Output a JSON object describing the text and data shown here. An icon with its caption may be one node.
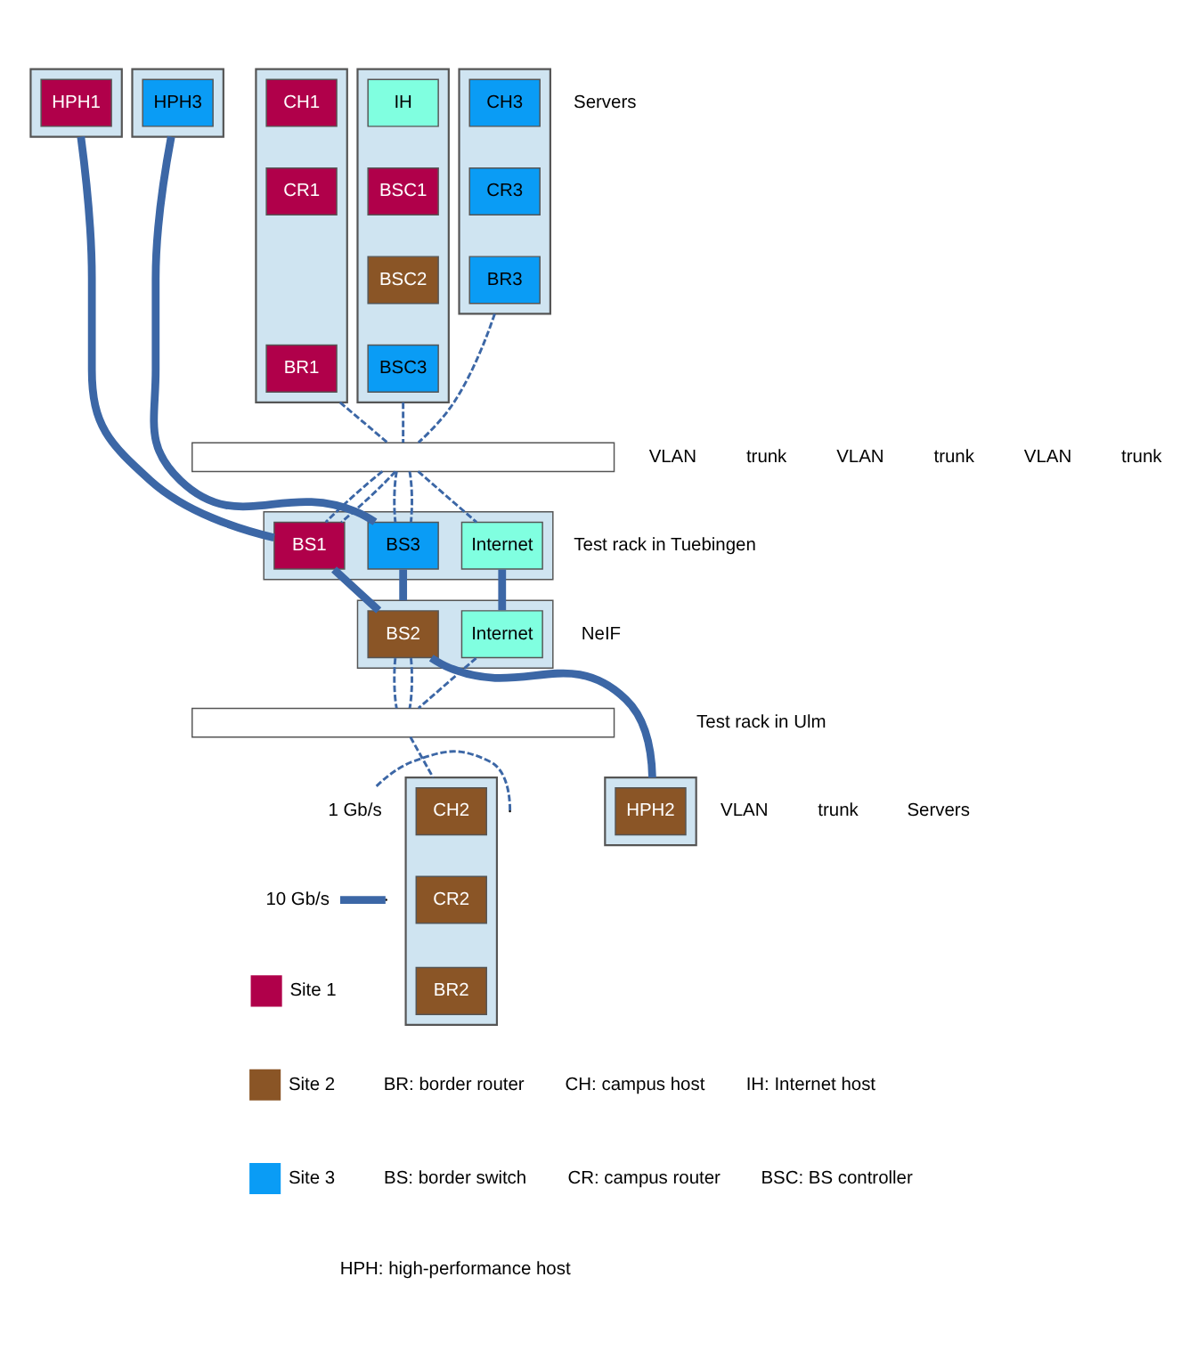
{
  "diagram": {
    "nodes": [
      {
        "text": [],
        "shape": "box"
      },
      {
        "text": [
          "HPH1"
        ],
        "in": 0
      },
      {
        "text": [],
        "shape": "box"
      },
      {
        "text": [
          "CH1"
        ],
        "in": 2
      },
      {
        "text": [
          "CR1"
        ],
        "in": 2
      },
      {
        "text": [
          "BR1"
        ],
        "in": 2
      },
      {
        "text": [],
        "shape": "box"
      },
      {
        "text": [
          "IH"
        ],
        "in": 6
      },
      {
        "text": [
          "BSC1"
        ],
        "in": 6
      },
      {
        "text": [
          "BSC2"
        ],
        "in": 6
      },
      {
        "text": [
          "BSC3"
        ],
        "in": 6
      },
      {
        "text": [],
        "shape": "box"
      },
      {
        "text": [
          "CH3"
        ],
        "in": 11
      },
      {
        "text": [
          "CR3"
        ],
        "in": 11
      },
      {
        "text": [
          "BR3"
        ],
        "in": 11
      },
      {
        "text": [],
        "shape": "box"
      },
      {
        "text": [
          "HPH3"
        ],
        "in": 15
      },
      {
        "text": [],
        "shape": "bar"
      },
      {
        "text": [],
        "shape": "bar"
      },
      {
        "text": [
          "BS1"
        ],
        "in": 18
      },
      {
        "text": [
          "Internet"
        ],
        "in": 18
      },
      {
        "text": [
          "BS3"
        ],
        "in": 18
      },
      {
        "text": [],
        "shape": "bar"
      },
      {
        "text": [
          "BS2"
        ],
        "in": 22
      },
      {
        "text": [
          "Internet"
        ],
        "in": 22
      },
      {
        "text": [],
        "shape": "bar"
      },
      {
        "text": [],
        "shape": "box"
      },
      {
        "text": [
          "HPH2"
        ],
        "in": 26
      },
      {
        "text": [],
        "shape": "box"
      },
      {
        "text": [
          "CH2"
        ],
        "in": 28
      },
      {
        "text": [
          "CR2"
        ],
        "in": 28
      },
      {
        "text": [
          "BR2"
        ],
        "in": 28
      }
    ],
    "edges": [
      {
        "from": 2,
        "to": 17,
        "arrow": "none",
        "style": "dashed"
      },
      {
        "from": 6,
        "to": 17,
        "arrow": "none",
        "style": "dashed"
      },
      {
        "from": 11,
        "to": 17,
        "arrow": "none",
        "style": "dashed"
      },
      {
        "from": 17,
        "to": 19,
        "arrow": "none",
        "style": "dashed"
      },
      {
        "from": 17,
        "to": 19,
        "arrow": "none",
        "style": "dashed"
      },
      {
        "from": 17,
        "to": 20,
        "arrow": "none",
        "style": "dashed"
      },
      {
        "from": 17,
        "to": 21,
        "arrow": "none",
        "style": "dashed"
      },
      {
        "from": 17,
        "to": 21,
        "arrow": "none",
        "style": "dashed"
      },
      {
        "from": 0,
        "to": 19,
        "arrow": "none",
        "style": "thick"
      },
      {
        "from": 15,
        "to": 21,
        "arrow": "none",
        "style": "thick"
      },
      {
        "from": 19,
        "to": 23,
        "arrow": "none",
        "style": "thick"
      },
      {
        "from": 20,
        "to": 24,
        "arrow": "none",
        "style": "thick"
      },
      {
        "from": 21,
        "to": 22,
        "arrow": "none",
        "style": "thick"
      },
      {
        "from": 23,
        "to": 25,
        "arrow": "none",
        "style": "dashed"
      },
      {
        "from": 23,
        "to": 25,
        "arrow": "none",
        "style": "dashed"
      },
      {
        "from": 24,
        "to": 25,
        "arrow": "none",
        "style": "dashed"
      },
      {
        "from": 23,
        "to": 26,
        "arrow": "none",
        "style": "thick"
      },
      {
        "from": 25,
        "to": 28,
        "arrow": "none",
        "style": "dashed"
      }
    ],
    "labels": [
      "Servers",
      "VLAN",
      "trunk",
      "VLAN",
      "trunk",
      "VLAN",
      "trunk",
      "Test rack in Tuebingen",
      "NeIF",
      "Test rack in Ulm",
      "VLAN",
      "trunk",
      "Servers",
      "BR: border router",
      "CH: campus host",
      "IH: Internet host",
      "BS: border switch",
      "CR: campus router",
      "BSC: BS controller",
      "HPH: high-performance host"
    ],
    "legend": [
      {
        "text": "1 Gb/s"
      },
      {
        "text": "10 Gb/s"
      },
      {
        "text": "Site 1",
        "color": "#b0004a"
      },
      {
        "text": "Site 2",
        "color": "#8a5526"
      },
      {
        "text": "Site 3",
        "color": "#0a9cf5"
      }
    ]
  }
}
